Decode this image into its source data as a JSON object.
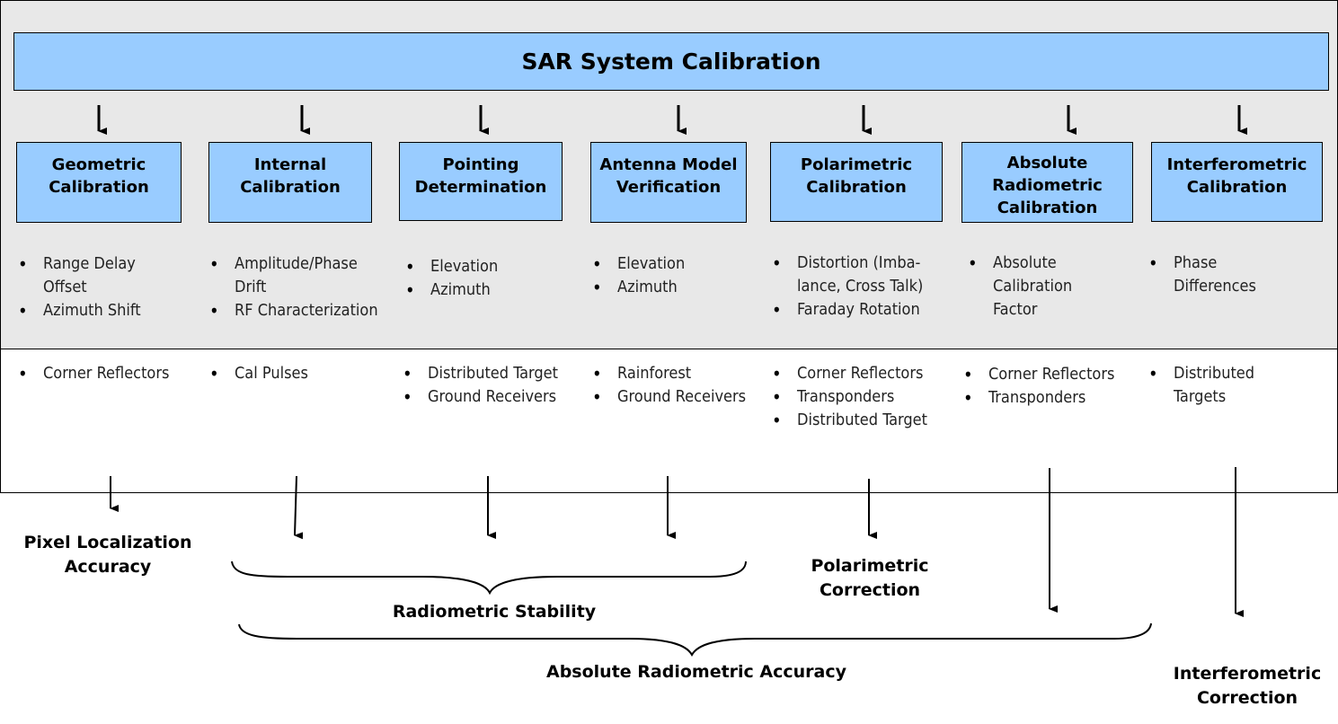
{
  "title": "SAR System Calibration",
  "categories": [
    {
      "id": "geometric",
      "label_lines": [
        "Geometric",
        "Calibration"
      ],
      "aspects": [
        [
          "Range Delay",
          "Offset"
        ],
        [
          "Azimuth Shift"
        ]
      ],
      "references": [
        [
          "Corner Reflectors"
        ]
      ]
    },
    {
      "id": "internal",
      "label_lines": [
        "Internal",
        "Calibration"
      ],
      "aspects": [
        [
          "Amplitude/Phase",
          "Drift"
        ],
        [
          "RF Characterization"
        ]
      ],
      "references": [
        [
          "Cal Pulses"
        ]
      ]
    },
    {
      "id": "pointing",
      "label_lines": [
        "Pointing",
        "Determination"
      ],
      "aspects": [
        [
          "Elevation"
        ],
        [
          "Azimuth"
        ]
      ],
      "references": [
        [
          "Distributed Target"
        ],
        [
          "Ground Receivers"
        ]
      ]
    },
    {
      "id": "antenna",
      "label_lines": [
        "Antenna Model",
        "Verification"
      ],
      "aspects": [
        [
          "Elevation"
        ],
        [
          "Azimuth"
        ]
      ],
      "references": [
        [
          "Rainforest"
        ],
        [
          "Ground Receivers"
        ]
      ]
    },
    {
      "id": "polarimetric",
      "label_lines": [
        "Polarimetric",
        "Calibration"
      ],
      "aspects": [
        [
          "Distortion (Imba-",
          "lance,  Cross Talk)"
        ],
        [
          "Faraday Rotation"
        ]
      ],
      "references": [
        [
          "Corner Reflectors"
        ],
        [
          "Transponders"
        ],
        [
          "Distributed Target"
        ]
      ]
    },
    {
      "id": "absolute",
      "label_lines": [
        "Absolute",
        "Radiometric",
        "Calibration"
      ],
      "aspects": [
        [
          "Absolute",
          "Calibration",
          "Factor"
        ]
      ],
      "references": [
        [
          "Corner Reflectors"
        ],
        [
          "Transponders"
        ]
      ]
    },
    {
      "id": "interferometric",
      "label_lines": [
        "Interferometric",
        "Calibration"
      ],
      "aspects": [
        [
          "Phase",
          "Differences"
        ]
      ],
      "references": [
        [
          "Distributed",
          "Targets"
        ]
      ]
    }
  ],
  "results": {
    "pixel_localization": [
      "Pixel Localization",
      "Accuracy"
    ],
    "radiometric_stability": [
      "Radiometric Stability"
    ],
    "polarimetric_correction": [
      "Polarimetric",
      "Correction"
    ],
    "absolute_radiometric_accuracy": [
      "Absolute Radiometric Accuracy"
    ],
    "interferometric_correction": [
      "Interferometric",
      "Correction"
    ]
  },
  "colors": {
    "box_fill": "#99ccff",
    "panel_gray": "#e8e8e8",
    "line": "#000000"
  }
}
